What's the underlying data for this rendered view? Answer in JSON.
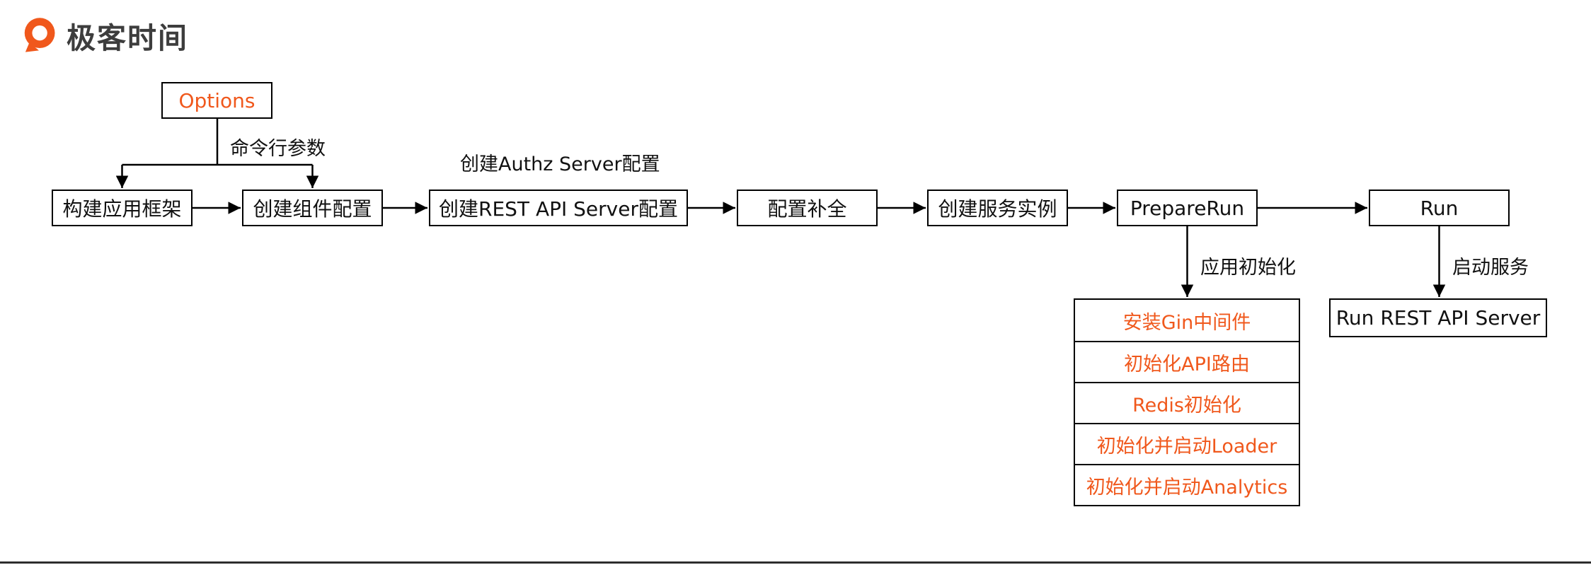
{
  "brand": {
    "name": "极客时间"
  },
  "flow": {
    "options_label": "Options",
    "options_annotation": "命令行参数",
    "authz_annotation": "创建Authz Server配置",
    "main_steps": [
      "构建应用框架",
      "创建组件配置",
      "创建REST API Server配置",
      "配置补全",
      "创建服务实例",
      "PrepareRun",
      "Run"
    ],
    "prepare_annotation": "应用初始化",
    "init_steps": [
      "安装Gin中间件",
      "初始化API路由",
      "Redis初始化",
      "初始化并启动Loader",
      "初始化并启动Analytics"
    ],
    "run_annotation": "启动服务",
    "run_result": "Run REST API Server"
  },
  "colors": {
    "accent": "#f0581c",
    "line": "#000000",
    "brand_text": "#3d3d3d"
  }
}
